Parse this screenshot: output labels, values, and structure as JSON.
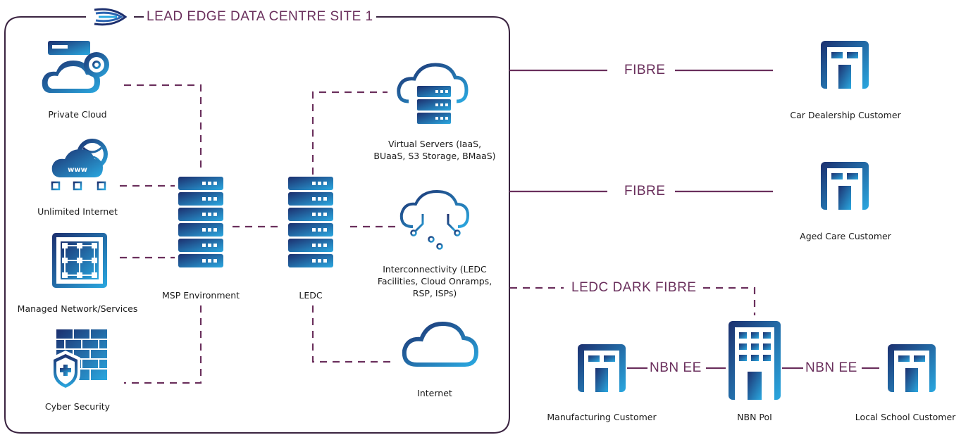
{
  "site": {
    "title": "LEAD EDGE DATA CENTRE SITE 1"
  },
  "left_services": [
    {
      "label": "Private Cloud",
      "icon": "private-cloud-gear-icon"
    },
    {
      "label": "Unlimited Internet",
      "icon": "www-network-icon"
    },
    {
      "label": "Managed Network/Services",
      "icon": "managed-network-grid-icon"
    },
    {
      "label": "Cyber Security",
      "icon": "firewall-shield-icon"
    }
  ],
  "hubs": {
    "msp": {
      "label": "MSP Environment",
      "icon": "server-rack-icon"
    },
    "ledc": {
      "label": "LEDC",
      "icon": "server-rack-icon"
    }
  },
  "right_services": [
    {
      "label": "Virtual Servers (IaaS, BUaaS, S3 Storage, BMaaS)",
      "icon": "cloud-server-icon"
    },
    {
      "label": "Interconnectivity (LEDC Facilities, Cloud Onramps, RSP, ISPs)",
      "icon": "cloud-circuit-icon"
    },
    {
      "label": "Internet",
      "icon": "cloud-icon"
    }
  ],
  "links": {
    "fibre_1": "FIBRE",
    "fibre_2": "FIBRE",
    "dark_fibre": "LEDC DARK FIBRE",
    "nbn_left": "NBN EE",
    "nbn_right": "NBN EE"
  },
  "customers": {
    "car_dealership": "Car Dealership Customer",
    "aged_care": "Aged Care Customer",
    "manufacturing": "Manufacturing Customer",
    "nbn_poi": "NBN PoI",
    "local_school": "Local School Customer"
  },
  "colors": {
    "line": "#6a2f5c",
    "icon_dark": "#1c2f6e",
    "icon_light": "#2aa8e0"
  }
}
